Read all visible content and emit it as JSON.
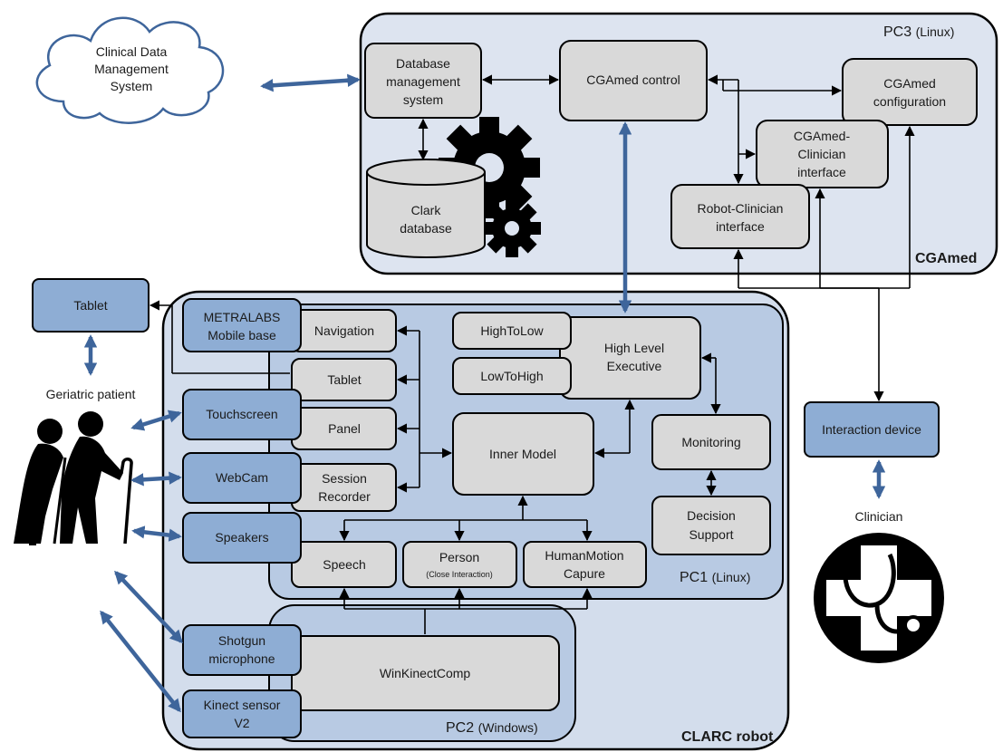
{
  "colors": {
    "pc3_fill": "#dde4f0",
    "clarc_fill": "#d3ddec",
    "pc1_fill": "#b8cae3",
    "pc2_fill": "#b8cae3",
    "module_fill": "#d9d9d9",
    "hardware_fill": "#8eadd4",
    "blue_arrow": "#3e659b",
    "line": "#000000"
  },
  "cloud": {
    "line1": "Clinical Data",
    "line2": "Management",
    "line3": "System"
  },
  "pc3": {
    "label": "PC3",
    "os": "(Linux)",
    "region": "CGAmed"
  },
  "pc3_modules": {
    "dbms": [
      "Database",
      "management",
      "system"
    ],
    "control": "CGAmed control",
    "config": [
      "CGAmed",
      "configuration"
    ],
    "clinician_if": [
      "CGAmed-",
      "Clinician",
      "interface"
    ],
    "robot_clinician_if": [
      "Robot-Clinician",
      "interface"
    ],
    "database": [
      "Clark",
      "database"
    ]
  },
  "clarc": {
    "label": "CLARC robot"
  },
  "pc1": {
    "label": "PC1",
    "os": "(Linux)"
  },
  "pc2": {
    "label": "PC2",
    "os": "(Windows)"
  },
  "pc1_modules": {
    "navigation": "Navigation",
    "tablet": "Tablet",
    "panel": "Panel",
    "session_recorder": [
      "Session",
      "Recorder"
    ],
    "high_to_low": "HighToLow",
    "low_to_high": "LowToHigh",
    "high_level_executive": [
      "High Level",
      "Executive"
    ],
    "inner_model": "Inner Model",
    "monitoring": "Monitoring",
    "decision_support": [
      "Decision",
      "Support"
    ],
    "speech": "Speech",
    "person": [
      "Person",
      "(Close Interaction)"
    ],
    "human_motion": [
      "HumanMotion",
      "Capure"
    ]
  },
  "pc2_modules": {
    "winkinect": "WinKinectComp"
  },
  "hardware": {
    "metralabs": [
      "METRALABS",
      "Mobile base"
    ],
    "touchscreen": "Touchscreen",
    "webcam": "WebCam",
    "speakers": "Speakers",
    "shotgun": [
      "Shotgun",
      "microphone"
    ],
    "kinect": [
      "Kinect sensor",
      "V2"
    ],
    "tablet_device": "Tablet",
    "interaction_device": "Interaction device"
  },
  "people": {
    "patient": "Geriatric patient",
    "clinician": "Clinician",
    "patient_icon": "elderly-couple-icon",
    "clinician_icon": "stethoscope-cross-icon"
  }
}
